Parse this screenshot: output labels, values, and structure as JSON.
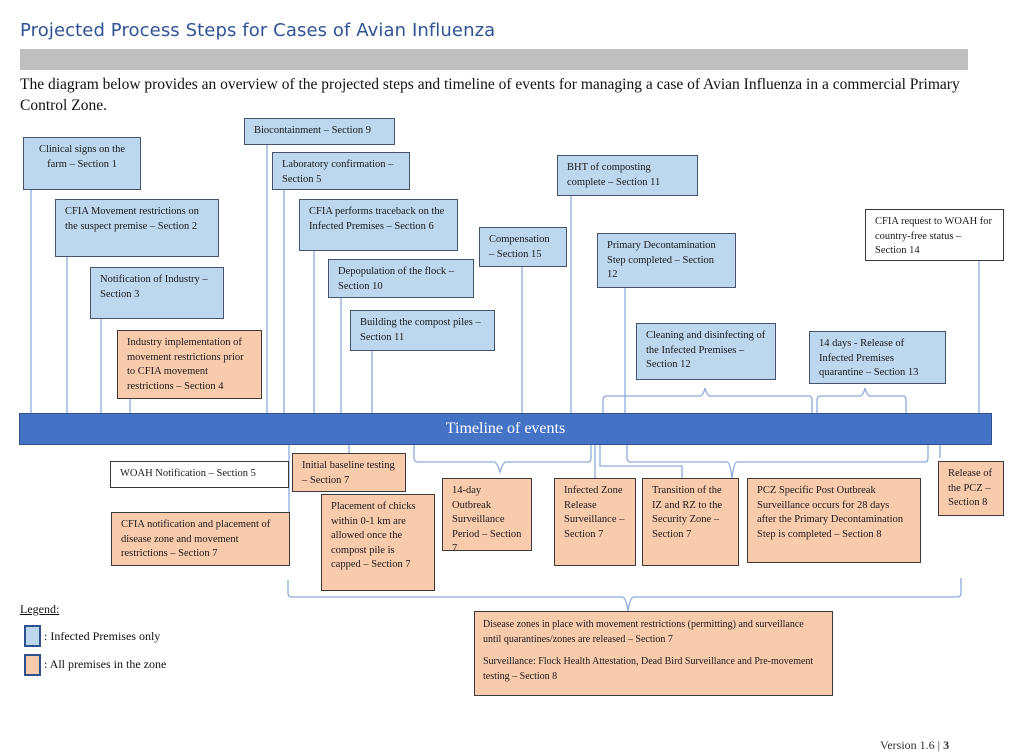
{
  "page": {
    "title": "Projected Process Steps for Cases of Avian Influenza",
    "intro": "The diagram below provides an overview of the projected steps and timeline of events for managing a case of Avian Influenza in a commercial Primary Control Zone.",
    "footer_version": "Version 1.6 | ",
    "footer_page": "3"
  },
  "colors": {
    "title": "#2f5496",
    "timeline": "#4472c4",
    "infected_premises": "#bdd7ee",
    "all_premises": "#f8cbad",
    "connector": "#8eaadb"
  },
  "timeline_label": "Timeline of events",
  "above": [
    {
      "id": "clinical-signs",
      "text": "Clinical signs on the farm – Section 1",
      "type": "infected"
    },
    {
      "id": "cfia-movement-restrictions",
      "text": "CFIA Movement restrictions on the suspect premise – Section 2",
      "type": "infected"
    },
    {
      "id": "notification-industry",
      "text": "Notification of Industry – Section 3",
      "type": "infected"
    },
    {
      "id": "industry-implementation",
      "text": "Industry implementation of movement restrictions prior to CFIA movement restrictions – Section 4",
      "type": "all"
    },
    {
      "id": "biocontainment",
      "text": "Biocontainment – Section 9",
      "type": "infected"
    },
    {
      "id": "lab-confirmation",
      "text": "Laboratory confirmation – Section 5",
      "type": "infected"
    },
    {
      "id": "traceback",
      "text": "CFIA performs traceback on the Infected Premises – Section 6",
      "type": "infected"
    },
    {
      "id": "depopulation",
      "text": "Depopulation of the flock – Section 10",
      "type": "infected"
    },
    {
      "id": "compost-piles",
      "text": "Building the compost piles – Section 11",
      "type": "infected"
    },
    {
      "id": "compensation",
      "text": "Compensation – Section 15",
      "type": "infected"
    },
    {
      "id": "bht-composting",
      "text": "BHT of composting complete – Section 11",
      "type": "infected"
    },
    {
      "id": "primary-decon",
      "text": "Primary Decontamination Step completed – Section 12",
      "type": "infected"
    },
    {
      "id": "cleaning-disinfecting",
      "text": "Cleaning and disinfecting of the Infected Premises – Section 12",
      "type": "infected"
    },
    {
      "id": "release-ip-quarantine",
      "text": "14 days - Release of Infected Premises quarantine – Section 13",
      "type": "infected"
    },
    {
      "id": "woah-country-free",
      "text": "CFIA request to WOAH for country-free status – Section 14",
      "type": "none"
    }
  ],
  "below": [
    {
      "id": "woah-notification",
      "text": "WOAH Notification – Section 5",
      "type": "none"
    },
    {
      "id": "cfia-notification-zone",
      "text": "CFIA notification and placement of disease zone and movement restrictions – Section 7",
      "type": "all"
    },
    {
      "id": "baseline-testing",
      "text": "Initial baseline testing – Section 7",
      "type": "all"
    },
    {
      "id": "placement-chicks",
      "text": "Placement of chicks within 0-1 km are allowed once the compost pile is capped – Section 7",
      "type": "all"
    },
    {
      "id": "outbreak-surveillance",
      "text": "14-day Outbreak Surveillance Period – Section 7",
      "type": "all"
    },
    {
      "id": "iz-release",
      "text": "Infected Zone Release Surveillance – Section 7",
      "type": "all"
    },
    {
      "id": "iz-rz-transition",
      "text": "Transition of the IZ and RZ to the Security Zone – Section 7",
      "type": "all"
    },
    {
      "id": "pcz-post-outbreak",
      "text": "PCZ Specific Post Outbreak Surveillance occurs for 28 days after the Primary Decontamination Step is completed – Section 8",
      "type": "all"
    },
    {
      "id": "release-pcz",
      "text": "Release of the PCZ – Section 8",
      "type": "all"
    }
  ],
  "summary_box": {
    "line1": "Disease zones in place with movement restrictions (permitting) and surveillance until quarantines/zones are released – Section 7",
    "line2": "Surveillance: Flock Health Attestation, Dead Bird Surveillance and Pre-movement testing – Section 8",
    "type": "all"
  },
  "legend": {
    "title": "Legend:",
    "items": [
      {
        "label": ": Infected Premises only",
        "color": "#bdd7ee"
      },
      {
        "label": ": All premises in the zone",
        "color": "#f8cbad"
      }
    ]
  }
}
